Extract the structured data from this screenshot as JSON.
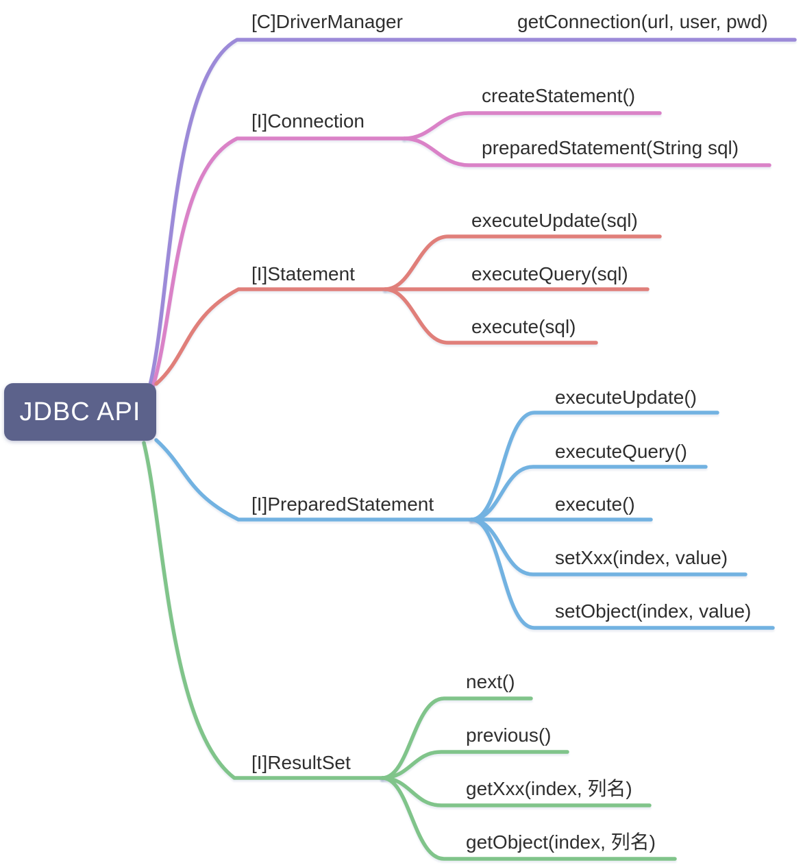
{
  "root": {
    "label": "JDBC API"
  },
  "branches": [
    {
      "id": "driver-manager",
      "label": "[C]DriverManager",
      "color": "#9c8ad8",
      "children": [
        {
          "label": "getConnection(url, user, pwd)"
        }
      ]
    },
    {
      "id": "connection",
      "label": "[I]Connection",
      "color": "#da82c7",
      "children": [
        {
          "label": "createStatement()"
        },
        {
          "label": "preparedStatement(String sql)"
        }
      ]
    },
    {
      "id": "statement",
      "label": "[I]Statement",
      "color": "#e07f7a",
      "children": [
        {
          "label": "executeUpdate(sql)"
        },
        {
          "label": "executeQuery(sql)"
        },
        {
          "label": "execute(sql)"
        }
      ]
    },
    {
      "id": "prepared-statement",
      "label": "[I]PreparedStatement",
      "color": "#72b2e1",
      "children": [
        {
          "label": "executeUpdate()"
        },
        {
          "label": "executeQuery()"
        },
        {
          "label": "execute()"
        },
        {
          "label": "setXxx(index, value)"
        },
        {
          "label": "setObject(index, value)"
        }
      ]
    },
    {
      "id": "result-set",
      "label": "[I]ResultSet",
      "color": "#80c48a",
      "children": [
        {
          "label": "next()"
        },
        {
          "label": "previous()"
        },
        {
          "label": "getXxx(index, 列名)"
        },
        {
          "label": "getObject(index, 列名)"
        }
      ]
    }
  ],
  "colors": {
    "root_bg": "#5c628b",
    "root_text": "#ffffff",
    "label_text": "#2e2e2e",
    "background": "#ffffff"
  }
}
